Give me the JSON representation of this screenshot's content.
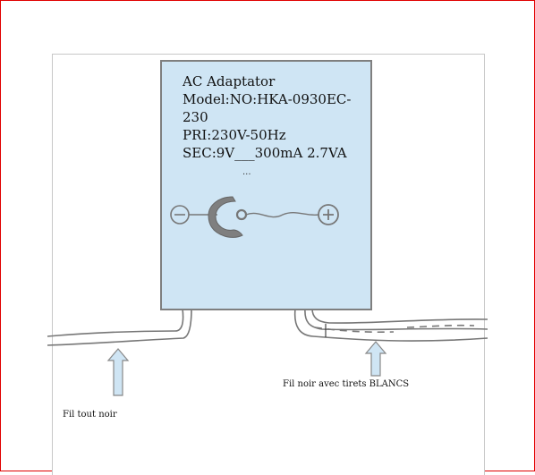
{
  "adapter": {
    "title": "AC Adaptator",
    "model": "Model:NO:HKA-0930EC-230",
    "primary": "PRI:230V-50Hz",
    "secondary": "SEC:9V___300mA 2.7VA",
    "ellipsis": "..."
  },
  "labels": {
    "left_wire": "Fil tout noir",
    "right_wire": "Fil noir avec tirets BLANCS"
  },
  "colors": {
    "frame": "#e00000",
    "adapter_fill": "#cfe5f4",
    "adapter_border": "#7f7f7f",
    "wire": "#777777",
    "arrow_fill": "#cfe5f4"
  },
  "icons": {
    "minus": "minus-terminal-icon",
    "plus": "plus-terminal-icon",
    "polarity": "polarity-connector-icon"
  }
}
